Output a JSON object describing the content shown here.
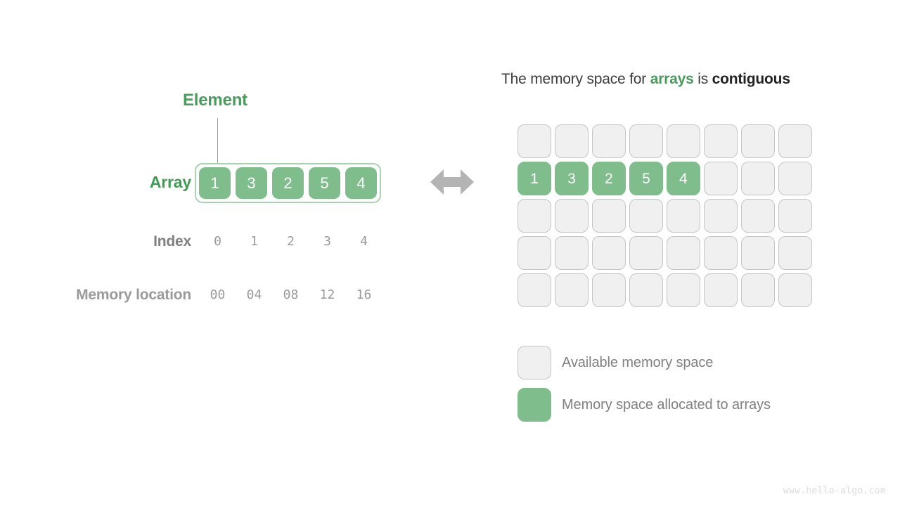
{
  "diagram": {
    "title_parts": {
      "prefix": "The memory space for ",
      "keyword_green": "arrays",
      "middle": " is ",
      "keyword_dark": "contiguous"
    },
    "watermark": "www.hello-algo.com"
  },
  "left": {
    "element_label": "Element",
    "row_labels": {
      "array": "Array",
      "index": "Index",
      "memory_location": "Memory location"
    },
    "array_values": [
      "1",
      "3",
      "2",
      "5",
      "4"
    ],
    "index_values": [
      "0",
      "1",
      "2",
      "3",
      "4"
    ],
    "memory_locations": [
      "00",
      "04",
      "08",
      "12",
      "16"
    ]
  },
  "arrow": {
    "name": "equivalence-arrow",
    "direction": "both",
    "color": "#B4B4B4"
  },
  "memory_grid": {
    "rows": 5,
    "cols": 8,
    "cells": [
      [
        {
          "state": "free",
          "label": ""
        },
        {
          "state": "free",
          "label": ""
        },
        {
          "state": "free",
          "label": ""
        },
        {
          "state": "free",
          "label": ""
        },
        {
          "state": "free",
          "label": ""
        },
        {
          "state": "free",
          "label": ""
        },
        {
          "state": "free",
          "label": ""
        },
        {
          "state": "free",
          "label": ""
        }
      ],
      [
        {
          "state": "used",
          "label": "1"
        },
        {
          "state": "used",
          "label": "3"
        },
        {
          "state": "used",
          "label": "2"
        },
        {
          "state": "used",
          "label": "5"
        },
        {
          "state": "used",
          "label": "4"
        },
        {
          "state": "free",
          "label": ""
        },
        {
          "state": "free",
          "label": ""
        },
        {
          "state": "free",
          "label": ""
        }
      ],
      [
        {
          "state": "free",
          "label": ""
        },
        {
          "state": "free",
          "label": ""
        },
        {
          "state": "free",
          "label": ""
        },
        {
          "state": "free",
          "label": ""
        },
        {
          "state": "free",
          "label": ""
        },
        {
          "state": "free",
          "label": ""
        },
        {
          "state": "free",
          "label": ""
        },
        {
          "state": "free",
          "label": ""
        }
      ],
      [
        {
          "state": "free",
          "label": ""
        },
        {
          "state": "free",
          "label": ""
        },
        {
          "state": "free",
          "label": ""
        },
        {
          "state": "free",
          "label": ""
        },
        {
          "state": "free",
          "label": ""
        },
        {
          "state": "free",
          "label": ""
        },
        {
          "state": "free",
          "label": ""
        },
        {
          "state": "free",
          "label": ""
        }
      ],
      [
        {
          "state": "free",
          "label": ""
        },
        {
          "state": "free",
          "label": ""
        },
        {
          "state": "free",
          "label": ""
        },
        {
          "state": "free",
          "label": ""
        },
        {
          "state": "free",
          "label": ""
        },
        {
          "state": "free",
          "label": ""
        },
        {
          "state": "free",
          "label": ""
        },
        {
          "state": "free",
          "label": ""
        }
      ]
    ]
  },
  "legend": [
    {
      "state": "free",
      "label": "Available memory space"
    },
    {
      "state": "used",
      "label": "Memory space allocated to arrays"
    }
  ],
  "colors": {
    "green_fill": "#7FBD8D",
    "green_text": "#4C9A5D",
    "green_border": "#A8D3B1",
    "free_fill": "#F0F0F0",
    "free_border": "#C4C4C4",
    "grey_text": "#808080",
    "arrow": "#B4B4B4"
  }
}
